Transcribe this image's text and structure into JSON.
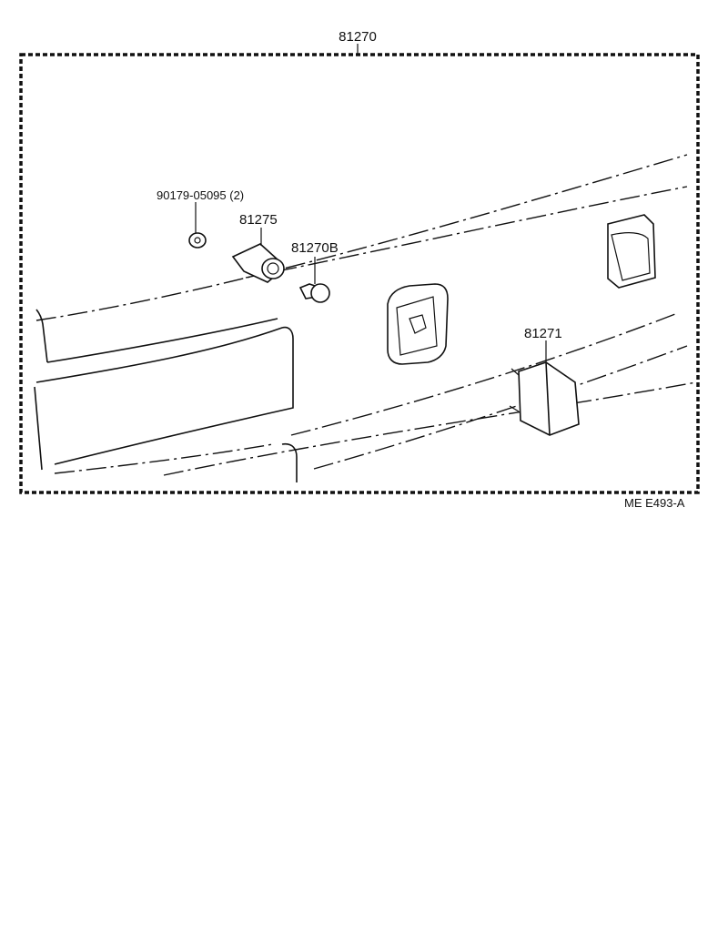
{
  "diagram": {
    "labels": {
      "assembly": "81270",
      "screw": "90179-05095 (2)",
      "socket": "81275",
      "bulb": "81270B",
      "lens": "81271",
      "code": "ME  E493-A"
    },
    "icons": {
      "screw": "screw-icon",
      "socket": "bulb-socket-icon",
      "bulb": "bulb-icon",
      "lens": "lamp-lens-icon",
      "housing": "lamp-housing-icon"
    }
  }
}
